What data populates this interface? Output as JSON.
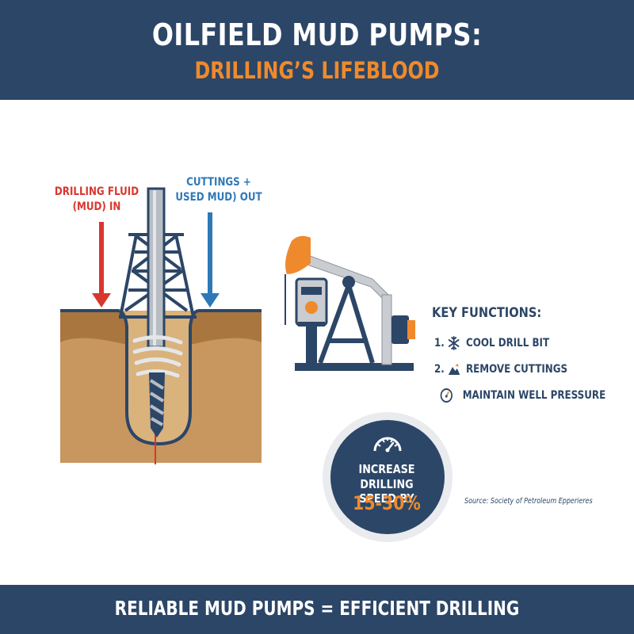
{
  "header": {
    "title": "OILFIELD MUD PUMPS:",
    "subtitle": "DRILLING’S LIFEBLOOD"
  },
  "well_diagram": {
    "fluid_in_label_line1": "DRILLING FLUID",
    "fluid_in_label_line2": "(MUD) IN",
    "fluid_out_label_line1": "CUTTINGS +",
    "fluid_out_label_line2": "USED MUD) OUT"
  },
  "key_functions": {
    "title": "KEY FUNCTIONS:",
    "items": [
      {
        "number": "1.",
        "label": "COOL DRILL BIT",
        "icon": "snowflake-icon"
      },
      {
        "number": "2.",
        "label": "REMOVE CUTTINGS",
        "icon": "rock-pile-icon"
      },
      {
        "number": "",
        "label": "MAINTAIN WELL PRESSURE",
        "icon": "gauge-icon"
      }
    ]
  },
  "badge": {
    "line1": "INCREASE",
    "line2": "DRILLING SPEED BY",
    "percent": "15-30%",
    "icon": "speedometer-icon"
  },
  "source": "Source: Society of Petroleum Epperieres",
  "footer": {
    "tagline": "RELIABLE MUD PUMPS = EFFICIENT DRILLING"
  },
  "colors": {
    "navy": "#2c4667",
    "orange": "#ef8a2c",
    "red": "#d9362c",
    "blue": "#2f78b8",
    "soil": "#c8965f",
    "soil_dark": "#a9763f",
    "steel": "#c9ccd1"
  }
}
